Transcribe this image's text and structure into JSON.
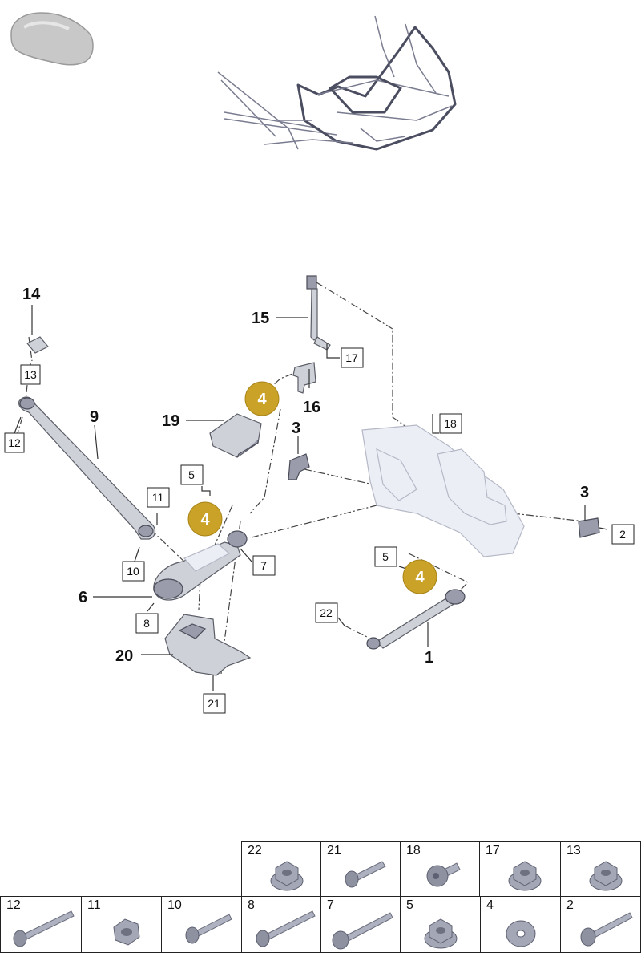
{
  "diagram": {
    "callouts_plain": [
      "14",
      "15",
      "16",
      "19",
      "3",
      "9",
      "3",
      "6",
      "20",
      "1"
    ],
    "callouts_boxed": [
      "13",
      "12",
      "17",
      "18",
      "5",
      "11",
      "10",
      "7",
      "8",
      "21",
      "5",
      "2",
      "22"
    ],
    "callouts_badge": [
      "4",
      "4",
      "4"
    ],
    "badge_color": "#c9a227"
  },
  "hardware_table": {
    "top_row": [
      "22",
      "21",
      "18",
      "17",
      "13"
    ],
    "bottom_row": [
      "12",
      "11",
      "10",
      "8",
      "7",
      "5",
      "4",
      "2"
    ],
    "icon_types": {
      "22": "flange-nut-icon",
      "21": "bolt-icon",
      "18": "button-head-bolt-icon",
      "17": "flange-nut-icon",
      "13": "flange-nut-icon",
      "12": "long-bolt-icon",
      "11": "nut-icon",
      "10": "bolt-icon",
      "8": "long-bolt-icon",
      "7": "long-bolt-icon",
      "5": "flange-nut-icon",
      "4": "washer-icon",
      "2": "bolt-icon"
    }
  }
}
